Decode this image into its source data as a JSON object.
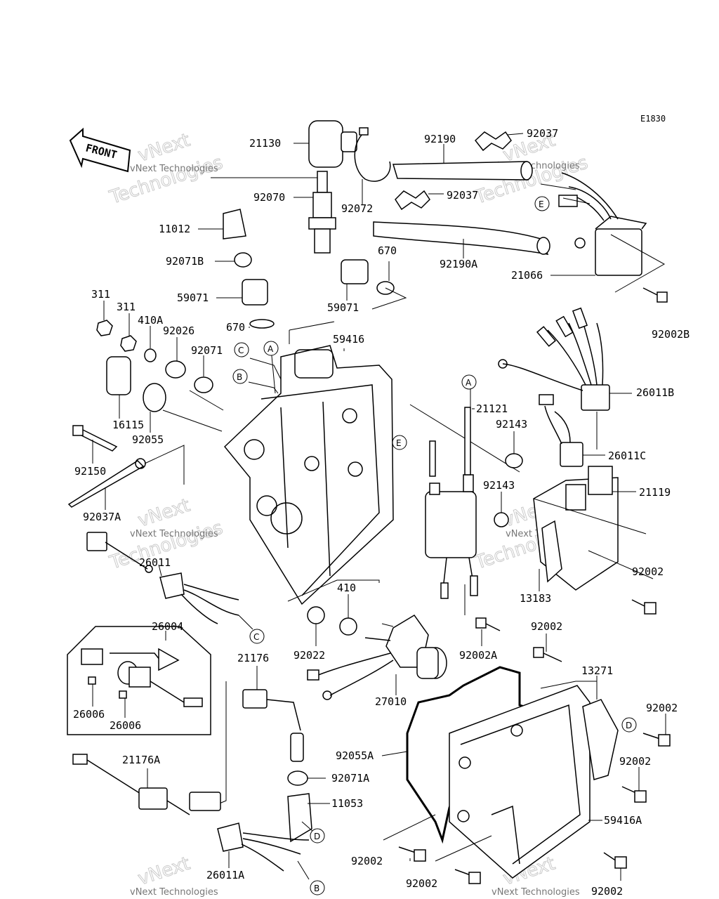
{
  "diagram_code": "E1830",
  "front_label": "FRONT",
  "watermark": {
    "line1": "vNext",
    "line2": "Technologies",
    "small": "vNext Technologies"
  },
  "parts": [
    {
      "id": "p21130",
      "label": "21130"
    },
    {
      "id": "p92190",
      "label": "92190"
    },
    {
      "id": "p92037a",
      "label": "92037"
    },
    {
      "id": "p92070",
      "label": "92070"
    },
    {
      "id": "p92072",
      "label": "92072"
    },
    {
      "id": "p92037b",
      "label": "92037"
    },
    {
      "id": "p11012",
      "label": "11012"
    },
    {
      "id": "p670a",
      "label": "670"
    },
    {
      "id": "p92190A",
      "label": "92190A"
    },
    {
      "id": "p92071B",
      "label": "92071B"
    },
    {
      "id": "p21066",
      "label": "21066"
    },
    {
      "id": "p59071a",
      "label": "59071"
    },
    {
      "id": "p59071b",
      "label": "59071"
    },
    {
      "id": "p311a",
      "label": "311"
    },
    {
      "id": "p311b",
      "label": "311"
    },
    {
      "id": "p410A",
      "label": "410A"
    },
    {
      "id": "p92026",
      "label": "92026"
    },
    {
      "id": "p670b",
      "label": "670"
    },
    {
      "id": "p92002B",
      "label": "92002B"
    },
    {
      "id": "p59416",
      "label": "59416"
    },
    {
      "id": "p92071",
      "label": "92071"
    },
    {
      "id": "p26011B",
      "label": "26011B"
    },
    {
      "id": "p16115",
      "label": "16115"
    },
    {
      "id": "p21121",
      "label": "21121"
    },
    {
      "id": "p92143a",
      "label": "92143"
    },
    {
      "id": "p92055",
      "label": "92055"
    },
    {
      "id": "p26011C",
      "label": "26011C"
    },
    {
      "id": "p92150",
      "label": "92150"
    },
    {
      "id": "p92143b",
      "label": "92143"
    },
    {
      "id": "p21119",
      "label": "21119"
    },
    {
      "id": "p92037A",
      "label": "92037A"
    },
    {
      "id": "p26011",
      "label": "26011"
    },
    {
      "id": "p92002a",
      "label": "92002"
    },
    {
      "id": "p13183",
      "label": "13183"
    },
    {
      "id": "p410",
      "label": "410"
    },
    {
      "id": "p26004",
      "label": "26004"
    },
    {
      "id": "p92022",
      "label": "92022"
    },
    {
      "id": "p92002A",
      "label": "92002A"
    },
    {
      "id": "p92002b",
      "label": "92002"
    },
    {
      "id": "p21176",
      "label": "21176"
    },
    {
      "id": "p13271",
      "label": "13271"
    },
    {
      "id": "p27010",
      "label": "27010"
    },
    {
      "id": "p92002c",
      "label": "92002"
    },
    {
      "id": "p26006a",
      "label": "26006"
    },
    {
      "id": "p26006b",
      "label": "26006"
    },
    {
      "id": "p92055A",
      "label": "92055A"
    },
    {
      "id": "p21176A",
      "label": "21176A"
    },
    {
      "id": "p92071A",
      "label": "92071A"
    },
    {
      "id": "p92002d",
      "label": "92002"
    },
    {
      "id": "p11053",
      "label": "11053"
    },
    {
      "id": "p59416A",
      "label": "59416A"
    },
    {
      "id": "p92002e",
      "label": "92002"
    },
    {
      "id": "p26011A",
      "label": "26011A"
    },
    {
      "id": "p92002f",
      "label": "92002"
    },
    {
      "id": "p92002g",
      "label": "92002"
    }
  ],
  "callouts": {
    "A": "A",
    "B": "B",
    "C": "C",
    "D": "D",
    "E": "E"
  }
}
